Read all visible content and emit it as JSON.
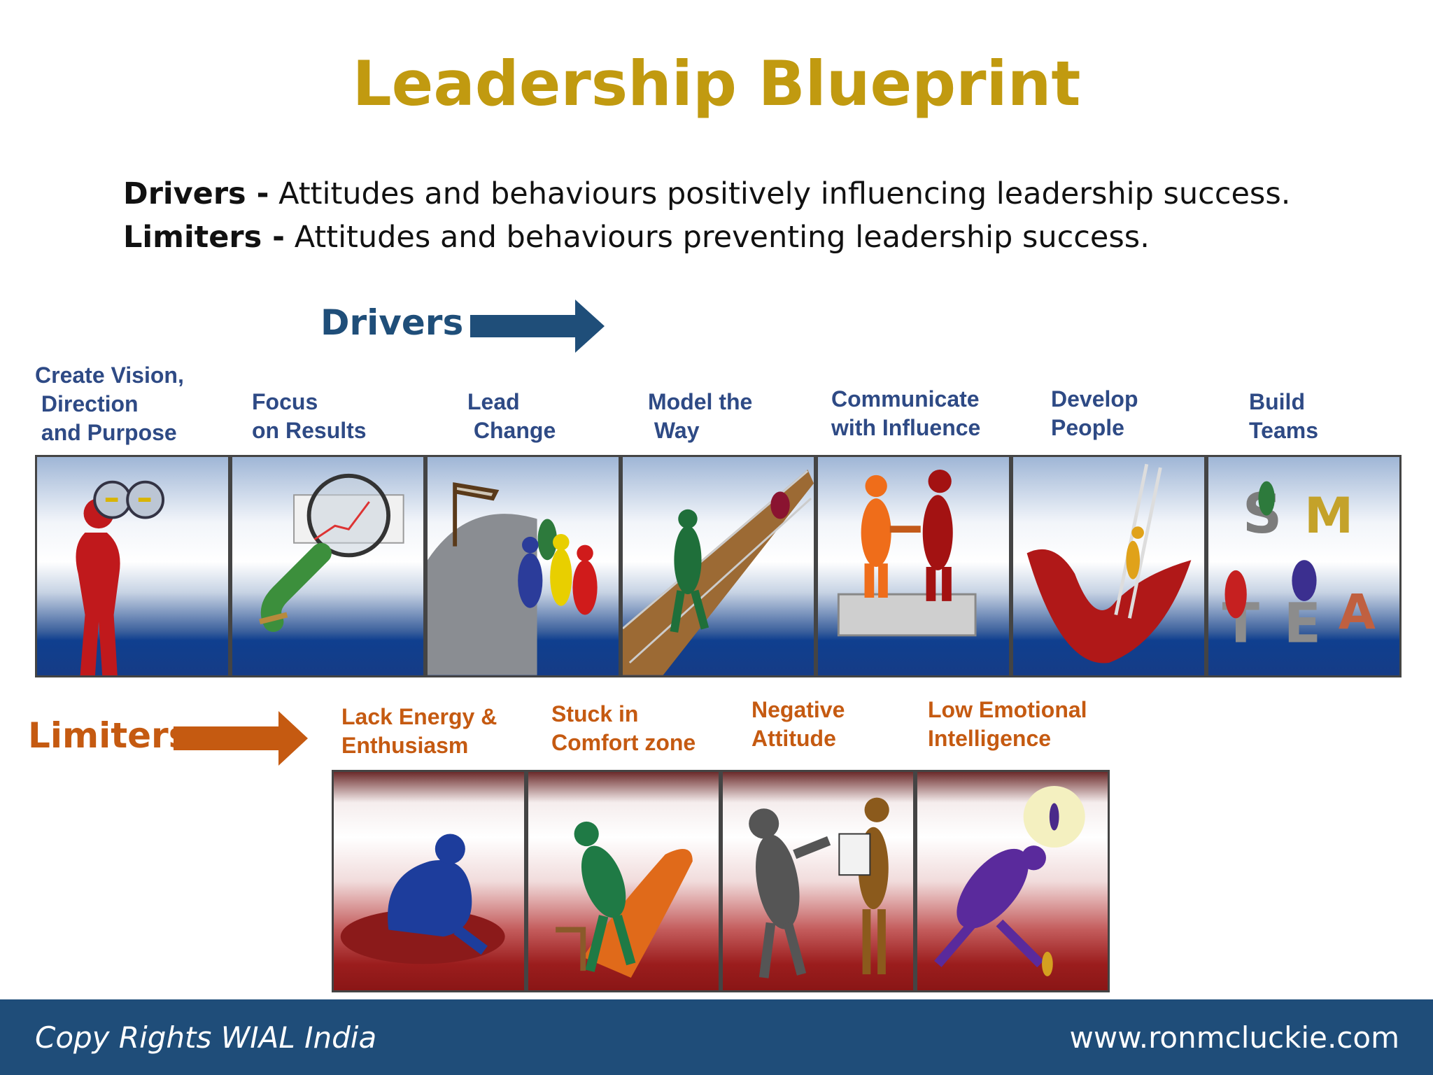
{
  "title": "Leadership Blueprint",
  "definitions": [
    {
      "term": "Drivers -",
      "text": " Attitudes and behaviours positively influencing leadership success."
    },
    {
      "term": "Limiters -",
      "text": " Attitudes and behaviours preventing leadership success."
    }
  ],
  "drivers": {
    "label": "Drivers",
    "arrow_color": "#1f4e79",
    "items": [
      {
        "caption": "Create Vision,\n Direction\n and Purpose",
        "icon": "binoculars-figure-icon"
      },
      {
        "caption": "Focus\non Results",
        "icon": "magnifier-chart-icon"
      },
      {
        "caption": "Lead\n Change",
        "icon": "group-signpost-icon"
      },
      {
        "caption": "Model the\n Way",
        "icon": "bridge-walker-icon"
      },
      {
        "caption": "Communicate\nwith Influence",
        "icon": "handshake-puzzle-icon"
      },
      {
        "caption": "Develop\nPeople",
        "icon": "ladder-climb-icon"
      },
      {
        "caption": "Build\nTeams",
        "icon": "team-letters-icon"
      }
    ]
  },
  "limiters": {
    "label": "Limiters",
    "arrow_color": "#c55a11",
    "items": [
      {
        "caption": "Lack Energy &\nEnthusiasm",
        "icon": "slumped-figure-icon"
      },
      {
        "caption": "Stuck in\nComfort zone",
        "icon": "hammock-figure-icon"
      },
      {
        "caption": "Negative\nAttitude",
        "icon": "rejecting-figure-icon"
      },
      {
        "caption": "Low Emotional\nIntelligence",
        "icon": "falling-figure-icon"
      }
    ]
  },
  "footer": {
    "left": "Copy Rights WIAL India",
    "right": "www.ronmcluckie.com"
  }
}
